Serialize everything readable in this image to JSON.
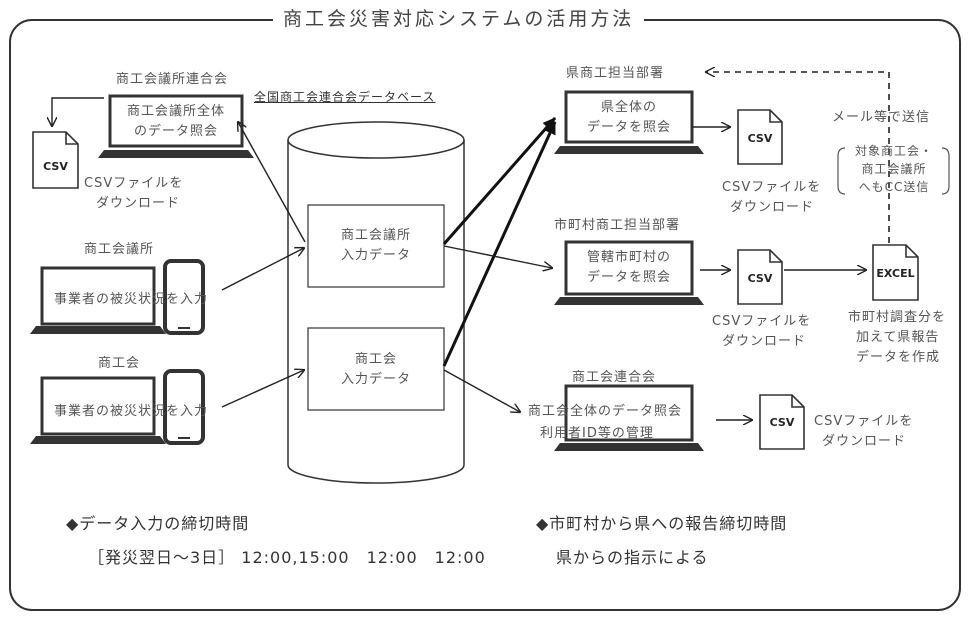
{
  "title": "商工会災害対応システムの活用方法",
  "database": {
    "label": "全国商工会連合会データベース",
    "box1": [
      "商工会議所",
      "入力データ"
    ],
    "box2": [
      "商工会",
      "入力データ"
    ]
  },
  "left": {
    "federation": {
      "name": "商工会議所連合会",
      "screen": [
        "商工会議所全体",
        "のデータ照会"
      ],
      "csv_icon": "CSV",
      "csv_caption": [
        "CSVファイルを",
        "ダウンロード"
      ]
    },
    "chamber": {
      "name": "商工会議所",
      "screen": "事業者の被災状況を入力"
    },
    "society": {
      "name": "商工会",
      "screen": "事業者の被災状況を入力"
    }
  },
  "right": {
    "pref": {
      "name": "県商工担当部署",
      "screen": [
        "県全体の",
        "データを照会"
      ],
      "csv_icon": "CSV",
      "csv_caption": [
        "CSVファイルを",
        "ダウンロード"
      ]
    },
    "mail": {
      "label": "メール等で送信",
      "note": [
        "対象商工会・",
        "商工会議所",
        "へもCC送信"
      ]
    },
    "city": {
      "name": "市町村商工担当部署",
      "screen": [
        "管轄市町村の",
        "データを照会"
      ],
      "csv_icon": "CSV",
      "csv_caption": [
        "CSVファイルを",
        "ダウンロード"
      ],
      "excel_icon": "EXCEL",
      "excel_caption": [
        "市町村調査分を",
        "加えて県報告",
        "データを作成"
      ]
    },
    "assoc": {
      "name": "商工会連合会",
      "screen": [
        "商工会全体のデータ照会",
        "利用者ID等の管理"
      ],
      "csv_icon": "CSV",
      "csv_caption": [
        "CSVファイルを",
        "ダウンロード"
      ]
    }
  },
  "footer": {
    "deadline_title": "◆データ入力の締切時間",
    "deadline_detail": "［発災翌日～3日］ 12:00,15:00　12:00　12:00",
    "report_title": "◆市町村から県への報告締切時間",
    "report_detail": "県からの指示による"
  }
}
